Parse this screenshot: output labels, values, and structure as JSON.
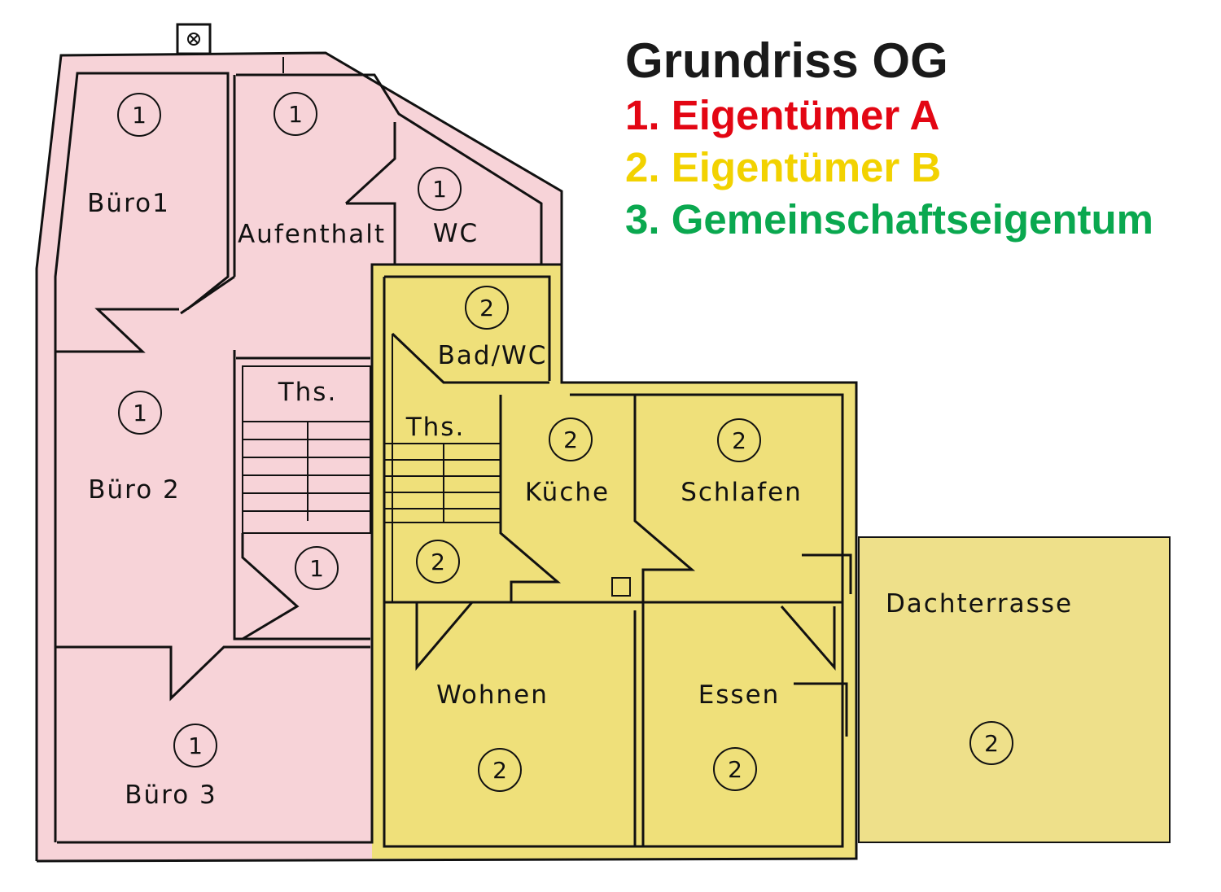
{
  "legend": {
    "title": "Grundriss OG",
    "items": [
      {
        "label": "1. Eigentümer A",
        "color": "#e30613"
      },
      {
        "label": "2. Eigentümer B",
        "color": "#f2d200"
      },
      {
        "label": "3. Gemeinschaftseigentum",
        "color": "#0aa84f"
      }
    ]
  },
  "fills": {
    "owner_a": "#f7d3d8",
    "owner_b": "#efe07a"
  },
  "rooms": {
    "buero1": {
      "name": "Büro1",
      "owner": "1"
    },
    "aufenthalt": {
      "name": "Aufenthalt",
      "owner": "1"
    },
    "wc": {
      "name": "WC",
      "owner": "1"
    },
    "bad_wc": {
      "name": "Bad/WC",
      "owner": "2"
    },
    "ths_left": {
      "name": "Ths.",
      "owner": "1"
    },
    "ths_right": {
      "name": "Ths.",
      "owner": "2"
    },
    "buero2": {
      "name": "Büro 2",
      "owner": "1"
    },
    "buero3": {
      "name": "Büro 3",
      "owner": "1"
    },
    "kueche": {
      "name": "Küche",
      "owner": "2"
    },
    "schlafen": {
      "name": "Schlafen",
      "owner": "2"
    },
    "wohnen": {
      "name": "Wohnen",
      "owner": "2"
    },
    "essen": {
      "name": "Essen",
      "owner": "2"
    },
    "dachterrasse": {
      "name": "Dachterrasse",
      "owner": "2"
    },
    "hall": {
      "owner": "2"
    }
  }
}
